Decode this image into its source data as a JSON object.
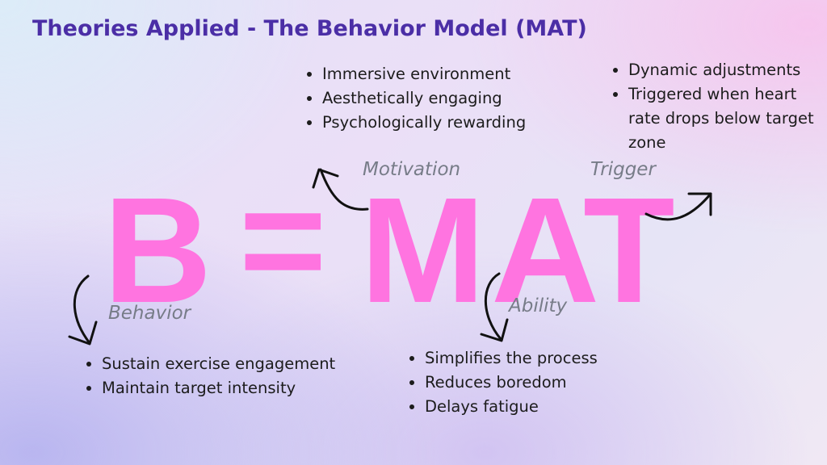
{
  "title": "Theories Applied - The Behavior Model (MAT)",
  "formula": {
    "b": "B",
    "eq": "=",
    "m": "M",
    "a": "A",
    "t": "T"
  },
  "labels": {
    "motivation": "Motivation",
    "trigger": "Trigger",
    "behavior": "Behavior",
    "ability": "Ability"
  },
  "motivation_points": [
    "Immersive environment",
    "Aesthetically engaging",
    "Psychologically rewarding"
  ],
  "trigger_points": [
    "Dynamic adjustments",
    "Triggered when heart rate drops below target zone"
  ],
  "behavior_points": [
    "Sustain exercise engagement",
    "Maintain target intensity"
  ],
  "ability_points": [
    "Simplifies the process",
    "Reduces boredom",
    "Delays fatigue"
  ]
}
